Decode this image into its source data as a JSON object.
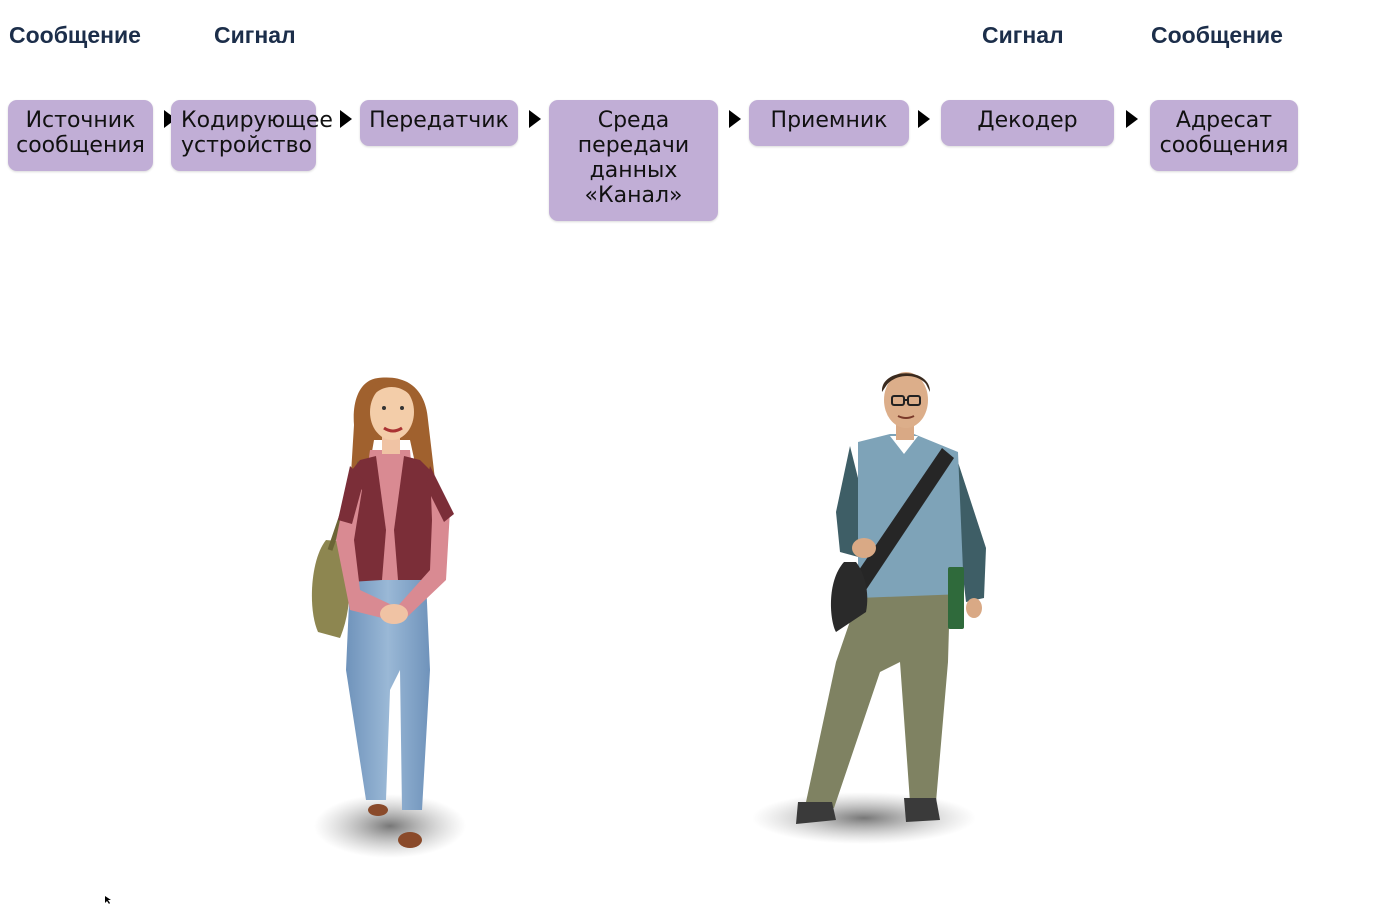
{
  "labels": {
    "left_message": "Сообщение",
    "left_signal": "Сигнал",
    "right_signal": "Сигнал",
    "right_message": "Сообщение"
  },
  "boxes": [
    {
      "text": "Источник\nсообщения"
    },
    {
      "text": "Кодирующее\nустройство"
    },
    {
      "text": "Передатчик"
    },
    {
      "text": "Среда\nпередачи\nданных\n«Канал»"
    },
    {
      "text": "Приемник"
    },
    {
      "text": "Декодер"
    },
    {
      "text": "Адресат\nсообщения"
    }
  ],
  "colors": {
    "box_fill": "#c1aed6",
    "label_text": "#1c2e4a",
    "arrow": "#000000"
  },
  "illustrations": {
    "left": "woman-figure",
    "right": "man-figure"
  }
}
